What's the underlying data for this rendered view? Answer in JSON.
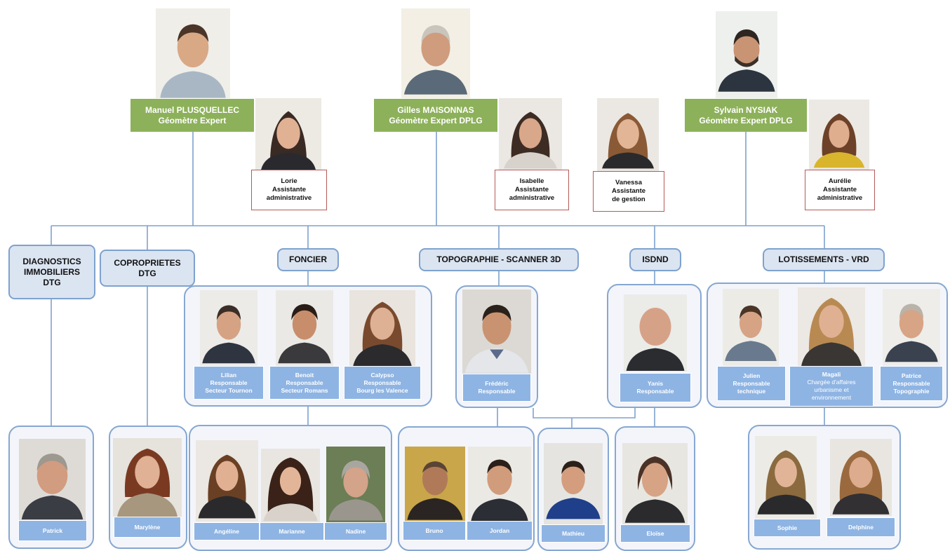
{
  "partners": [
    {
      "name": "Manuel PLUSQUELLEC",
      "title": "Géomètre Expert"
    },
    {
      "name": "Gilles MAISONNAS",
      "title": "Géomètre Expert DPLG"
    },
    {
      "name": "Sylvain NYSIAK",
      "title": "Géomètre Expert DPLG"
    }
  ],
  "assistants": [
    {
      "name": "Lorie",
      "role_line1": "Assistante",
      "role_line2": "administrative"
    },
    {
      "name": "Isabelle",
      "role_line1": "Assistante",
      "role_line2": "administrative"
    },
    {
      "name": "Vanessa",
      "role_line1": "Assistante",
      "role_line2": "de gestion"
    },
    {
      "name": "Aurélie",
      "role_line1": "Assistante",
      "role_line2": "administrative"
    }
  ],
  "departments": [
    {
      "line1": "DIAGNOSTICS",
      "line2": "IMMOBILIERS",
      "line3": "DTG"
    },
    {
      "line1": "COPROPRIETES",
      "line2": "DTG"
    },
    {
      "line1": "FONCIER"
    },
    {
      "line1": "TOPOGRAPHIE - SCANNER 3D"
    },
    {
      "line1": "ISDND"
    },
    {
      "line1": "LOTISSEMENTS - VRD"
    }
  ],
  "managers": [
    {
      "name": "Lilian",
      "role": "Responsable",
      "detail": "Secteur Tournon"
    },
    {
      "name": "Benoit",
      "role": "Responsable",
      "detail": "Secteur Romans"
    },
    {
      "name": "Calypso",
      "role": "Responsable",
      "detail": "Bourg les Valence"
    },
    {
      "name": "Frédéric",
      "role": "Responsable"
    },
    {
      "name": "Yanis",
      "role": "Responsable"
    },
    {
      "name": "Julien",
      "role": "Responsable",
      "detail": "technique"
    },
    {
      "name": "Magali",
      "role": "Chargée d'affaires",
      "detail": "urbanisme et",
      "detail2": "environnement"
    },
    {
      "name": "Patrice",
      "role": "Responsable",
      "detail": "Topographie"
    }
  ],
  "staff": [
    {
      "name": "Patrick"
    },
    {
      "name": "Marylène"
    },
    {
      "name": "Angéline"
    },
    {
      "name": "Marianne"
    },
    {
      "name": "Nadine"
    },
    {
      "name": "Bruno"
    },
    {
      "name": "Jordan"
    },
    {
      "name": "Mathieu"
    },
    {
      "name": "Eloïse"
    },
    {
      "name": "Sophie"
    },
    {
      "name": "Delphine"
    }
  ],
  "colors": {
    "partner_label": "#8db15a",
    "assistant_border": "#b55b58",
    "department_fill": "#dbe4f1",
    "department_border": "#7ea2ce",
    "name_label": "#8eb4e3",
    "connector": "#7ea2ce"
  }
}
